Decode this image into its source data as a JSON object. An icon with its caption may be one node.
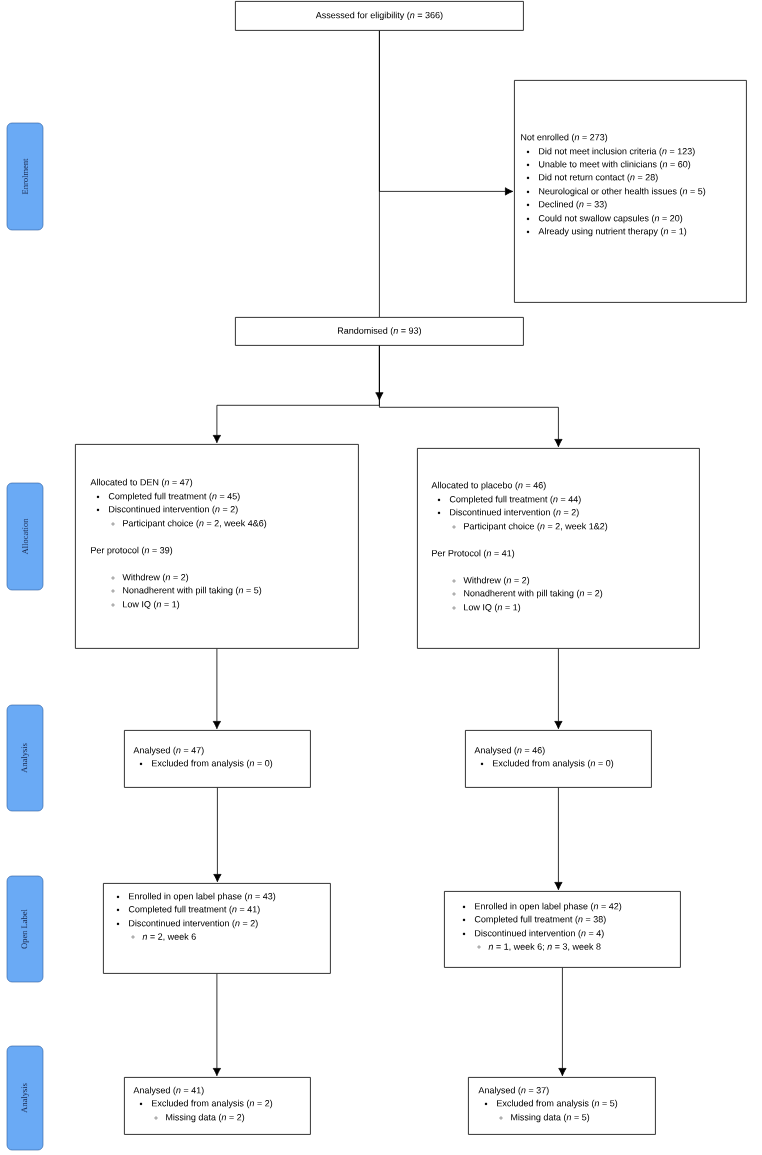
{
  "diagram": {
    "nodes": [
      {
        "text": [
          "Assessed for eligibility (*n* = 366)"
        ]
      },
      {
        "text": [
          "Not enrolled (*n* = 273)",
          "Did not meet inclusion criteria (*n* = 123)",
          "Unable to meet with clinicians (*n* = 60)",
          "Did not return contact (*n* = 28)",
          "Neurological or other health issues (*n* = 5)",
          "Declined (*n* = 33)",
          "Could not swallow capsules (*n* = 20)",
          "Already using nutrient therapy (*n* = 1)"
        ]
      },
      {
        "text": [
          "Randomised (*n* = 93)"
        ]
      },
      {
        "text": [
          "Allocated to DEN (*n* = 47)",
          "Completed full treatment (*n* = 45)",
          "Discontinued intervention (*n* = 2)",
          "Participant choice (*n* = 2, week 4&6)",
          "Per protocol (*n* = 39)",
          "Withdrew (*n* = 2)",
          "Nonadherent with pill taking (*n* = 5)",
          "Low IQ (*n* = 1)"
        ]
      },
      {
        "text": [
          "Allocated to placebo (*n* = 46)",
          "Completed full treatment (*n* = 44)",
          "Discontinued intervention (*n* = 2)",
          "Participant choice (*n* = 2, week 1&2)",
          "Per Protocol (*n* = 41)",
          "Withdrew (*n* = 2)",
          "Nonadherent with pill taking (*n* = 2)",
          "Low IQ (*n* = 1)"
        ]
      },
      {
        "text": [
          "Analysed (*n* = 47)",
          "Excluded from analysis (*n* = 0)"
        ]
      },
      {
        "text": [
          "Analysed (*n* = 46)",
          "Excluded from analysis (*n* = 0)"
        ]
      },
      {
        "text": [
          "Enrolled in open label phase (*n* = 43)",
          "Completed full treatment (*n* = 41)",
          "Discontinued intervention (*n* = 2)",
          "*n* = 2, week 6"
        ]
      },
      {
        "text": [
          "Enrolled in open label phase (*n* = 42)",
          "Completed full treatment (*n* = 38)",
          "Discontinued intervention (*n* = 4)",
          "*n* = 1, week 6; *n* = 3, week 8"
        ]
      },
      {
        "text": [
          "Analysed (*n* = 41)",
          "Excluded from analysis (*n* = 2)",
          "Missing data (*n* = 2)"
        ]
      },
      {
        "text": [
          "Analysed (*n* = 37)",
          "Excluded from analysis (*n* = 5)",
          "Missing data (*n* = 5)"
        ]
      },
      {
        "text": [
          "Enrolment"
        ]
      },
      {
        "text": [
          "Allocation"
        ]
      },
      {
        "text": [
          "Analysis"
        ]
      },
      {
        "text": [
          "Open Label"
        ]
      },
      {
        "text": [
          "Analysis"
        ]
      }
    ],
    "edges": [
      {
        "from": 0,
        "to": 2,
        "arrow": "none"
      },
      {
        "from": 0,
        "to": 1,
        "arrow": "to"
      },
      {
        "from": 2,
        "to": 3,
        "arrow": "to"
      },
      {
        "from": 2,
        "to": 4,
        "arrow": "to"
      },
      {
        "from": 3,
        "to": 5,
        "arrow": "to"
      },
      {
        "from": 4,
        "to": 6,
        "arrow": "to"
      },
      {
        "from": 5,
        "to": 7,
        "arrow": "to"
      },
      {
        "from": 6,
        "to": 8,
        "arrow": "to"
      },
      {
        "from": 7,
        "to": 9,
        "arrow": "to"
      },
      {
        "from": 8,
        "to": 10,
        "arrow": "to"
      }
    ]
  }
}
